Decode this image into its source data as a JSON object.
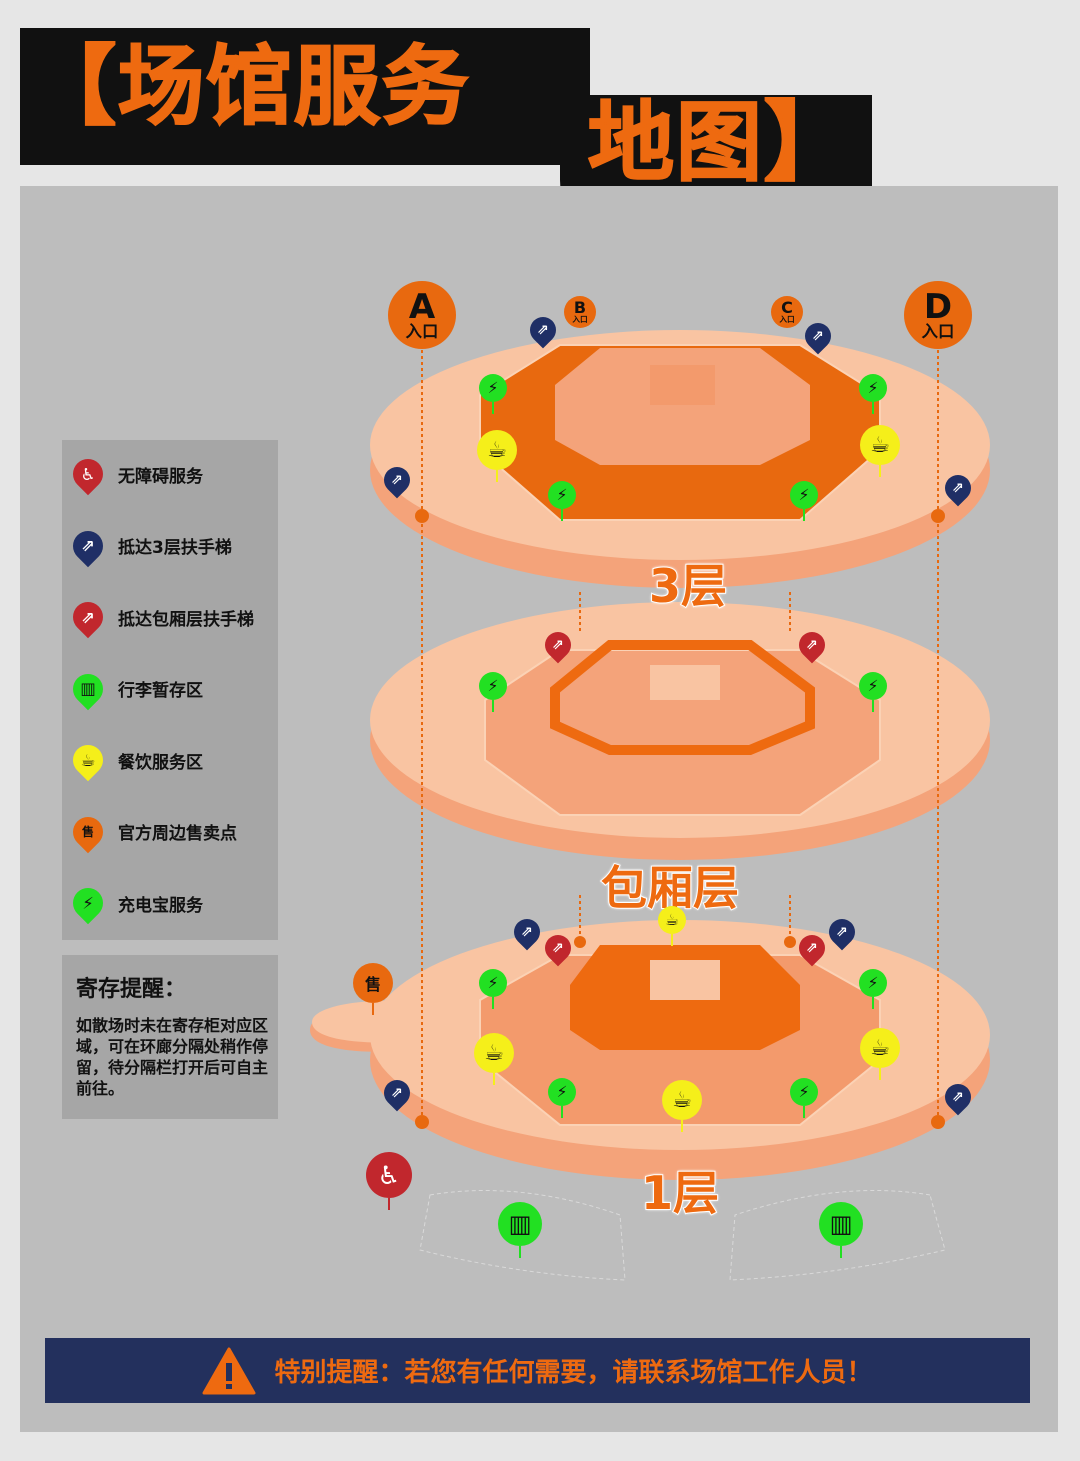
{
  "title": {
    "open_bracket": "【",
    "part1": "场馆服务",
    "part2": "地图",
    "close_bracket": "】"
  },
  "legend": [
    {
      "icon": "wheelchair-icon",
      "label": "无障碍服务",
      "color": "#c1272d"
    },
    {
      "icon": "escalator-icon",
      "label": "抵达3层扶手梯",
      "color": "#1f2f66"
    },
    {
      "icon": "escalator-icon",
      "label": "抵达包厢层扶手梯",
      "color": "#c1272d"
    },
    {
      "icon": "luggage-icon",
      "label": "行李暂存区",
      "color": "#22e022"
    },
    {
      "icon": "food-icon",
      "label": "餐饮服务区",
      "color": "#f5ef1a"
    },
    {
      "icon": "shop-bag-icon",
      "label": "官方周边售卖点",
      "color": "#e8690f"
    },
    {
      "icon": "charger-icon",
      "label": "充电宝服务",
      "color": "#22e022"
    }
  ],
  "note": {
    "title": "寄存提醒：",
    "body": "如散场时未在寄存柜对应区域，可在环廊分隔处稍作停留，待分隔栏打开后可自主前往。"
  },
  "entrances": [
    {
      "letter": "A",
      "label": "入口"
    },
    {
      "letter": "B",
      "label": "入口"
    },
    {
      "letter": "C",
      "label": "入口"
    },
    {
      "letter": "D",
      "label": "入口"
    }
  ],
  "floors": {
    "f3": "3层",
    "box": "包厢层",
    "f1": "1层"
  },
  "shop_glyph": "售",
  "banner": {
    "icon": "warning-icon",
    "text": "特别提醒：若您有任何需要，请联系场馆工作人员！"
  },
  "colors": {
    "orange": "#ee6a10",
    "peach": "#f9c4a2",
    "navy": "#23305d"
  }
}
